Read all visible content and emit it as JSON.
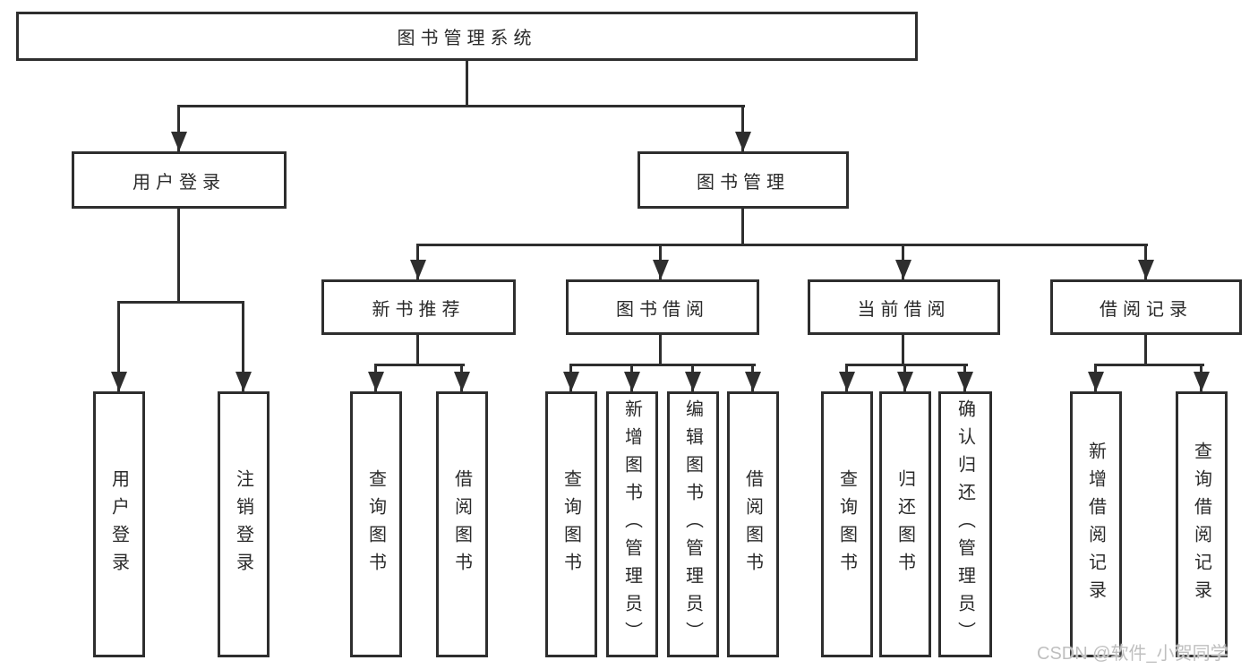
{
  "diagram": {
    "title": "图书管理系统",
    "nodes": {
      "root": "图书管理系统",
      "user_login": "用户登录",
      "book_mgmt": "图书管理",
      "new_book": "新书推荐",
      "book_borrow": "图书借阅",
      "current_borrow": "当前借阅",
      "borrow_records": "借阅记录",
      "leaf_user_login": "用户登录",
      "leaf_logout": "注销登录",
      "nb_query": "查询图书",
      "nb_borrow": "借阅图书",
      "bb_query": "查询图书",
      "bb_add": "新增图书（管理员）",
      "bb_edit": "编辑图书（管理员）",
      "bb_borrow": "借阅图书",
      "cb_query": "查询图书",
      "cb_return": "归还图书",
      "cb_confirm": "确认归还（管理员）",
      "br_add": "新增借阅记录",
      "br_query": "查询借阅记录"
    }
  },
  "watermark": "CSDN @软件_小贺同学",
  "colors": {
    "line": "#2e2e2e",
    "text": "#2a2a2a",
    "box_bg": "#ffffff",
    "watermark": "#bfbfbf"
  }
}
